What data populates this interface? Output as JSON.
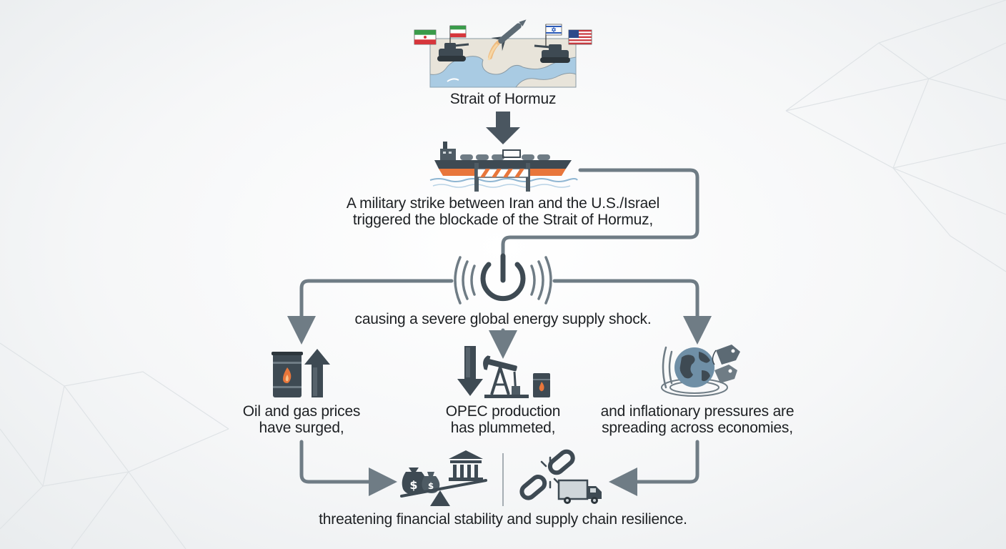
{
  "nodes": {
    "hormuz": {
      "label": "Strait of Hormuz"
    },
    "blockade": {
      "line1": "A military strike between Iran and the U.S./Israel",
      "line2": "triggered the blockade of the Strait of Hormuz,"
    },
    "shock": {
      "label": "causing a severe global energy supply shock."
    },
    "prices": {
      "line1": "Oil and gas prices",
      "line2": "have surged,"
    },
    "opec": {
      "line1": "OPEC production",
      "line2": "has plummeted,"
    },
    "inflation": {
      "line1": "and inflationary pressures are",
      "line2": "spreading across economies,"
    },
    "threat": {
      "label": "threatening financial stability and supply chain resilience."
    }
  },
  "icons": {
    "hormuz": [
      "map-icon",
      "iran-flag-icon",
      "israel-flag-icon",
      "us-flag-icon",
      "missile-icon",
      "tank-icon"
    ],
    "blockade": [
      "oil-tanker-icon",
      "barrier-icon"
    ],
    "shock": [
      "power-icon"
    ],
    "prices": [
      "oil-barrel-icon",
      "up-arrow-icon"
    ],
    "opec": [
      "down-arrow-icon",
      "oil-pump-icon"
    ],
    "inflation": [
      "globe-icon",
      "price-tag-icon"
    ],
    "threat": [
      "money-bag-icon",
      "bank-icon",
      "broken-chain-icon",
      "truck-icon"
    ]
  },
  "colors": {
    "arrow": "#6f7c85",
    "ink": "#3c4a54",
    "accent_orange": "#e8763b",
    "water": "#a9cbe3",
    "land": "#e8e4da"
  }
}
